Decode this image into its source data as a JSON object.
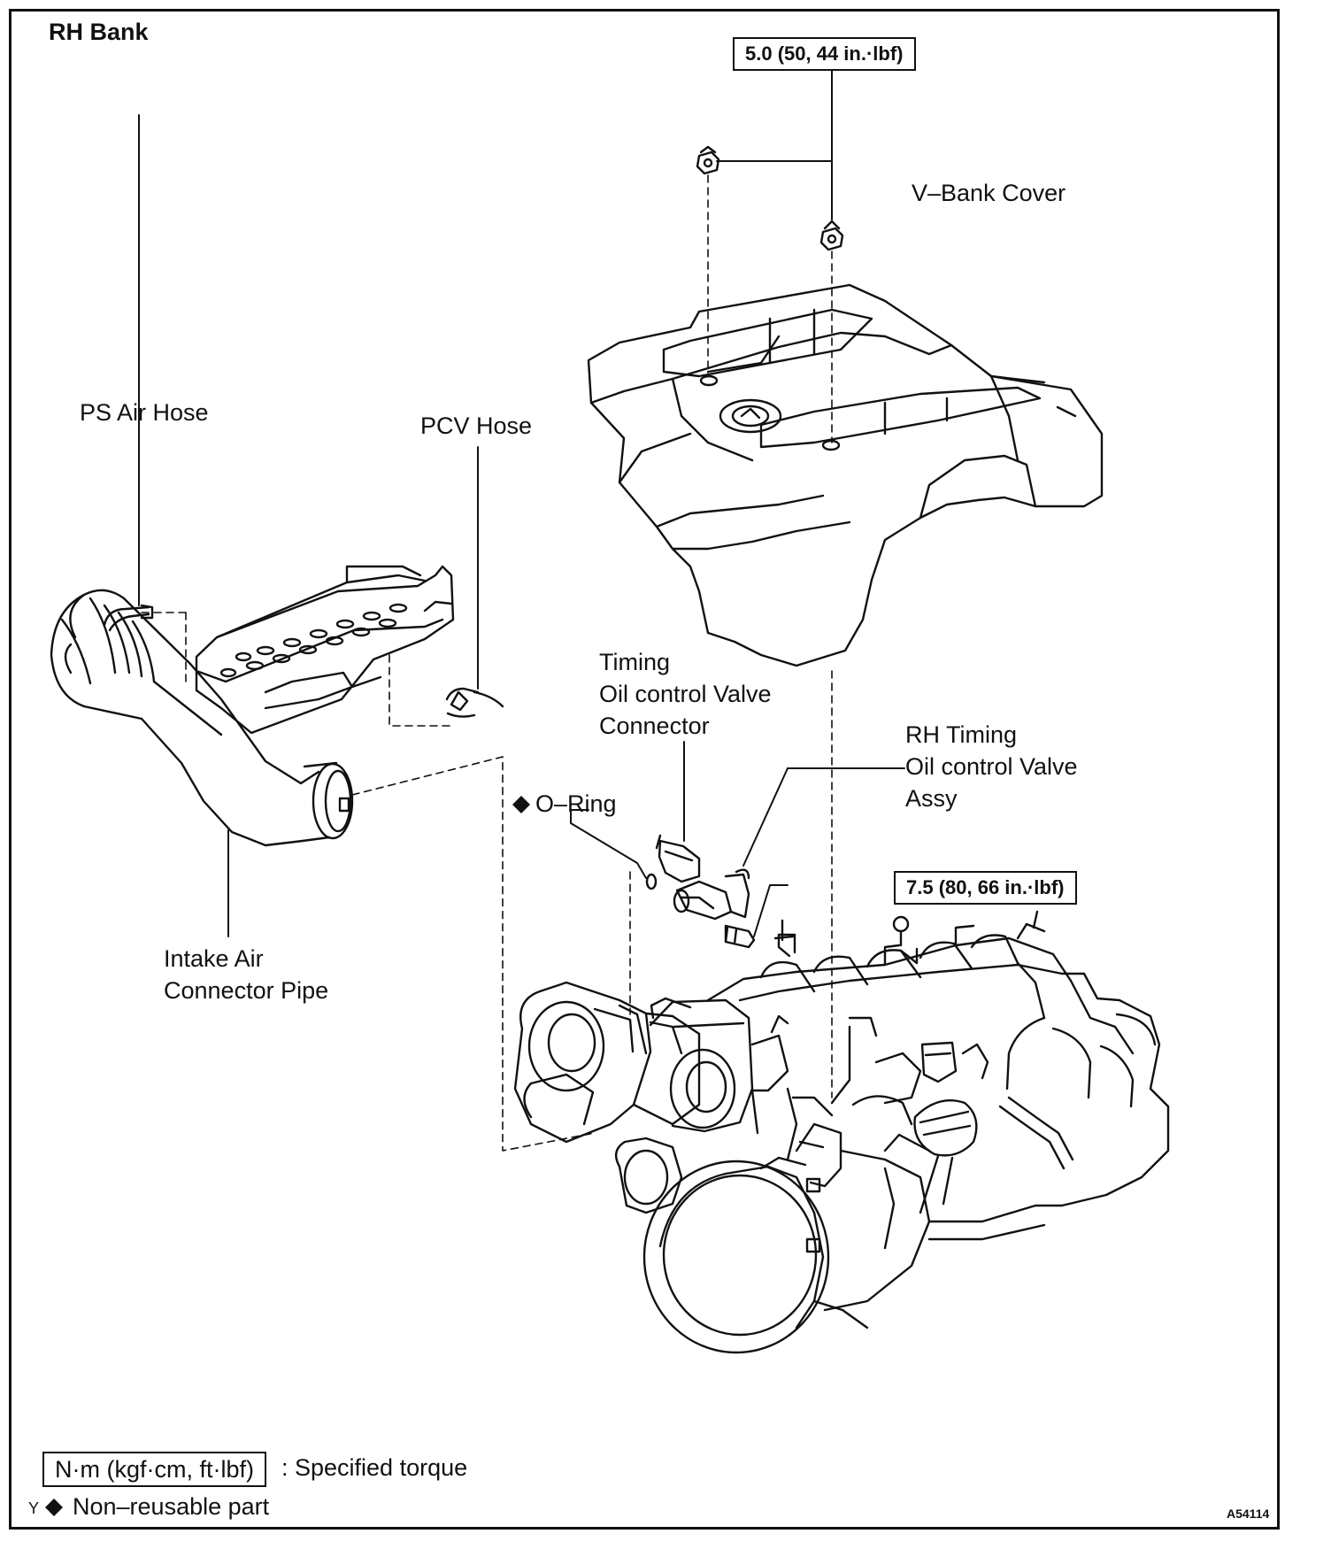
{
  "title": "RH Bank",
  "torque_specs": {
    "vbank_cover_nut": "5.0 (50, 44 in.·lbf)",
    "ocv_bolt": "7.5 (80, 66 in.·lbf)"
  },
  "parts": {
    "vbank_cover": "V–Bank Cover",
    "ps_air_hose": "PS Air Hose",
    "pcv_hose": "PCV Hose",
    "ocv_connector": [
      "Timing",
      "Oil control Valve",
      "Connector"
    ],
    "rh_ocv_assy": [
      "RH Timing",
      "Oil control Valve",
      "Assy"
    ],
    "o_ring_symbol": "◆",
    "o_ring": "O–Ring",
    "intake_pipe": [
      "Intake Air",
      "Connector Pipe"
    ]
  },
  "legend": {
    "torque_box": "N·m (kgf·cm, ft·lbf)",
    "torque_text": ": Specified torque",
    "nonreusable_symbol": "◆",
    "nonreusable_text": "Non–reusable part"
  },
  "corner_mark": "Y",
  "figure_code": "A54114"
}
